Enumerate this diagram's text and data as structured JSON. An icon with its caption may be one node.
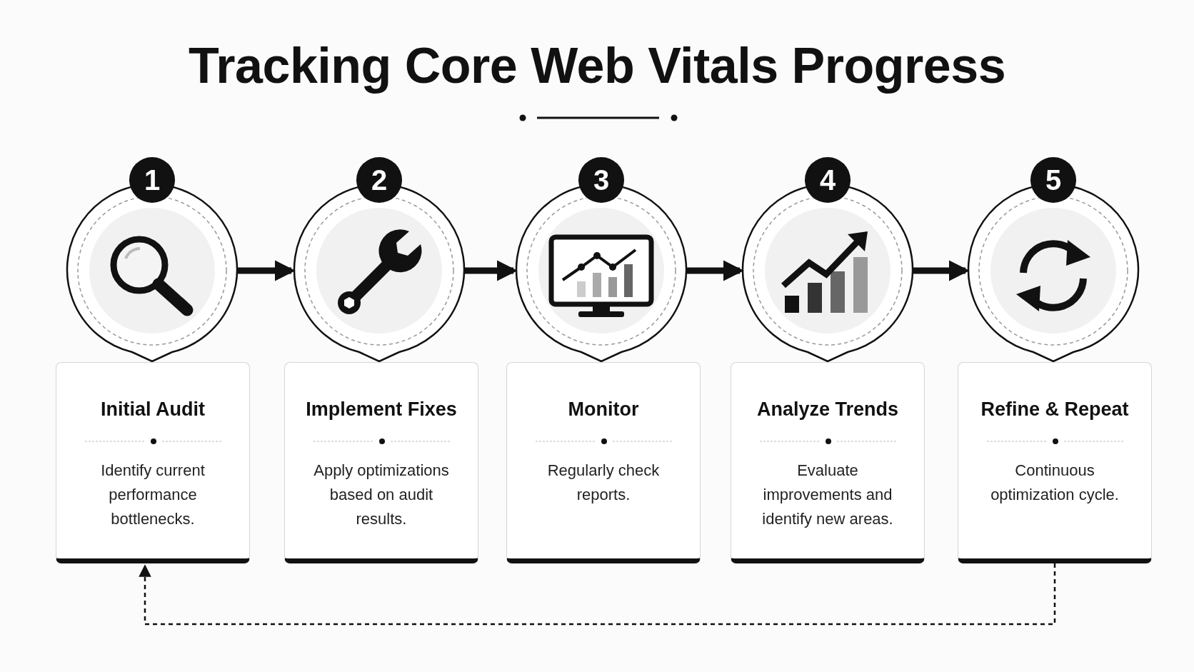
{
  "diagram": {
    "title": "Tracking Core Web Vitals Progress",
    "nodes": [
      {
        "text": [
          "1"
        ]
      },
      {
        "text": [
          "Initial Audit",
          "Identify current performance bottlenecks."
        ]
      },
      {
        "text": [
          "2"
        ]
      },
      {
        "text": [
          "Implement Fixes",
          "Apply optimizations based on audit results."
        ]
      },
      {
        "text": [
          "3"
        ]
      },
      {
        "text": [
          "Monitor",
          "Regularly check reports."
        ]
      },
      {
        "text": [
          "4"
        ]
      },
      {
        "text": [
          "Analyze Trends",
          "Evaluate improvements and identify new areas."
        ]
      },
      {
        "text": [
          "5"
        ]
      },
      {
        "text": [
          "Refine & Repeat",
          "Continuous optimization cycle."
        ]
      }
    ],
    "edges": [
      {
        "from": 0,
        "to": 2,
        "arrow": "to"
      },
      {
        "from": 2,
        "to": 4,
        "arrow": "to"
      },
      {
        "from": 4,
        "to": 6,
        "arrow": "to"
      },
      {
        "from": 6,
        "to": 8,
        "arrow": "to"
      },
      {
        "from": 9,
        "to": 1,
        "arrow": "to",
        "style": "dashed"
      }
    ]
  }
}
